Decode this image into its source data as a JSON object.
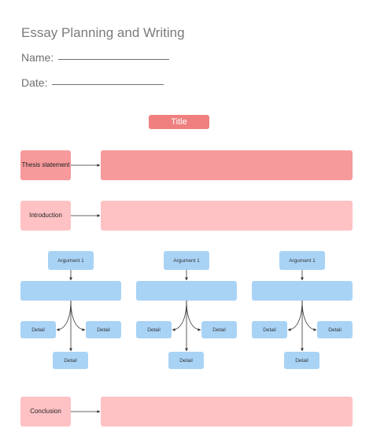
{
  "header": {
    "title": "Essay Planning and Writing",
    "name_label": "Name:",
    "date_label": "Date:"
  },
  "diagram": {
    "title": "Title",
    "thesis_label": "Thesis statement",
    "introduction_label": "Introduction",
    "conclusion_label": "Conclusion",
    "columns": [
      {
        "argument": "Argument 1",
        "detail_left": "Detail",
        "detail_right": "Detail",
        "detail_bottom": "Detail"
      },
      {
        "argument": "Argument 1",
        "detail_left": "Detail",
        "detail_right": "Detail",
        "detail_bottom": "Detail"
      },
      {
        "argument": "Argument 1",
        "detail_left": "Detail",
        "detail_right": "Detail",
        "detail_bottom": "Detail"
      }
    ]
  },
  "colors": {
    "title": "#f07f7f",
    "thesis": "#f69a9c",
    "light_pink": "#fec2c4",
    "blue": "#a9d3f5",
    "connector": "#333333"
  }
}
